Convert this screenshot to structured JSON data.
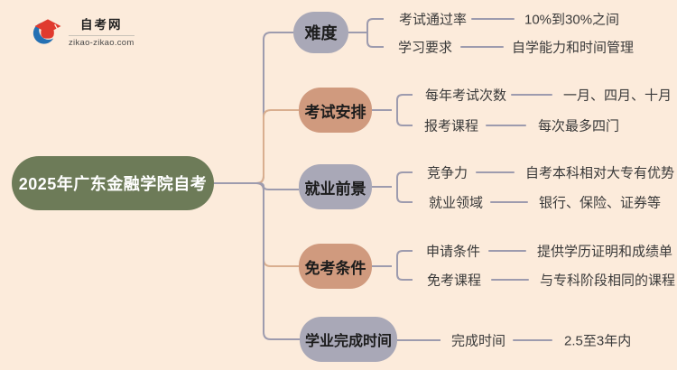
{
  "logo": {
    "icon": "graduation-cap-icon",
    "site_name": "自考网",
    "site_url": "zikao-zikao.com",
    "colors": {
      "cap_red": "#e03a2e",
      "crescent_blue": "#2470b3"
    }
  },
  "mindmap": {
    "root": {
      "label": "2025年广东金融学院自考",
      "color": "#6d7b58",
      "text_color": "#ffffff"
    },
    "palette": {
      "background": "#fcebdb",
      "node_gray": "#a9a8b7",
      "node_salmon": "#d09a7e",
      "line_gray": "#9d9bae",
      "line_salmon": "#d9ae8f",
      "text_dark": "#3a3a3a"
    },
    "branches": [
      {
        "label": "难度",
        "color": "gray",
        "children": [
          {
            "label": "考试通过率",
            "value": "10%到30%之间"
          },
          {
            "label": "学习要求",
            "value": "自学能力和时间管理"
          }
        ]
      },
      {
        "label": "考试安排",
        "color": "salmon",
        "children": [
          {
            "label": "每年考试次数",
            "value": "一月、四月、十月"
          },
          {
            "label": "报考课程",
            "value": "每次最多四门"
          }
        ]
      },
      {
        "label": "就业前景",
        "color": "gray",
        "children": [
          {
            "label": "竞争力",
            "value": "自考本科相对大专有优势"
          },
          {
            "label": "就业领域",
            "value": "银行、保险、证券等"
          }
        ]
      },
      {
        "label": "免考条件",
        "color": "salmon",
        "children": [
          {
            "label": "申请条件",
            "value": "提供学历证明和成绩单"
          },
          {
            "label": "免考课程",
            "value": "与专科阶段相同的课程"
          }
        ]
      },
      {
        "label": "学业完成时间",
        "color": "gray",
        "children": [
          {
            "label": "完成时间",
            "value": "2.5至3年内"
          }
        ]
      }
    ]
  }
}
